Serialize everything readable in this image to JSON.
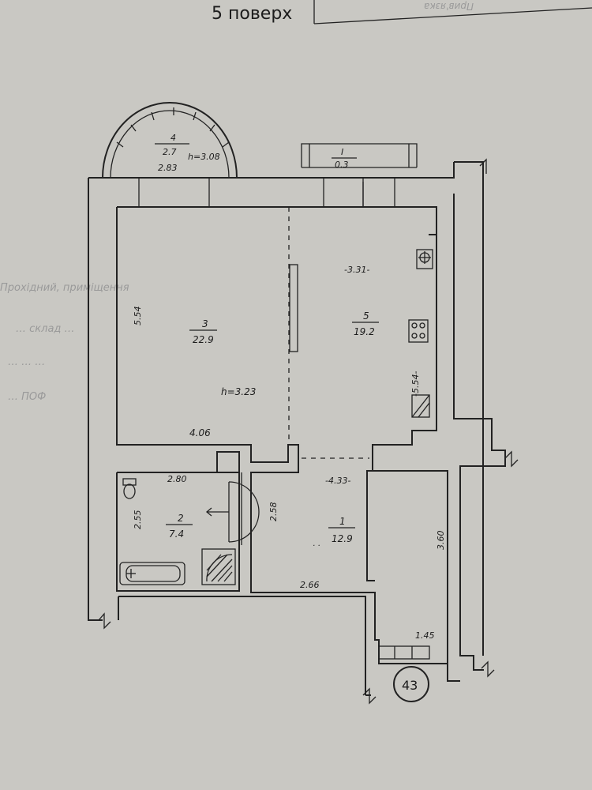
{
  "title": "5 поверх",
  "corner_note": "Прив'язка",
  "apartment_number": "43",
  "ghost_text": [
    "Прохідний, приміщення",
    "… склад … ",
    "… … …",
    "… ПОФ"
  ],
  "rooms": [
    {
      "id": "balcony",
      "number": "4",
      "area": "2.7",
      "height": "h=3.08",
      "dim": "2.83"
    },
    {
      "id": "niche",
      "number": "I",
      "area": "0.3"
    },
    {
      "id": "living",
      "number": "3",
      "area": "22.9",
      "height": "h=3.23",
      "dim_h": "5.54",
      "dim_w": "4.06"
    },
    {
      "id": "kitchen",
      "number": "5",
      "area": "19.2",
      "dim_h": "-5.54-",
      "dim_w": "-3.31-"
    },
    {
      "id": "bathroom",
      "number": "2",
      "area": "7.4",
      "dim_w": "2.80",
      "dim_h": "2.55"
    },
    {
      "id": "hall",
      "number": "1",
      "area": "12.9",
      "dim_w": "-4.33-",
      "dim_h": "3.60",
      "dim_side": "2.58",
      "dim_bottom": "2.66",
      "dim_entry": "1.45"
    }
  ]
}
